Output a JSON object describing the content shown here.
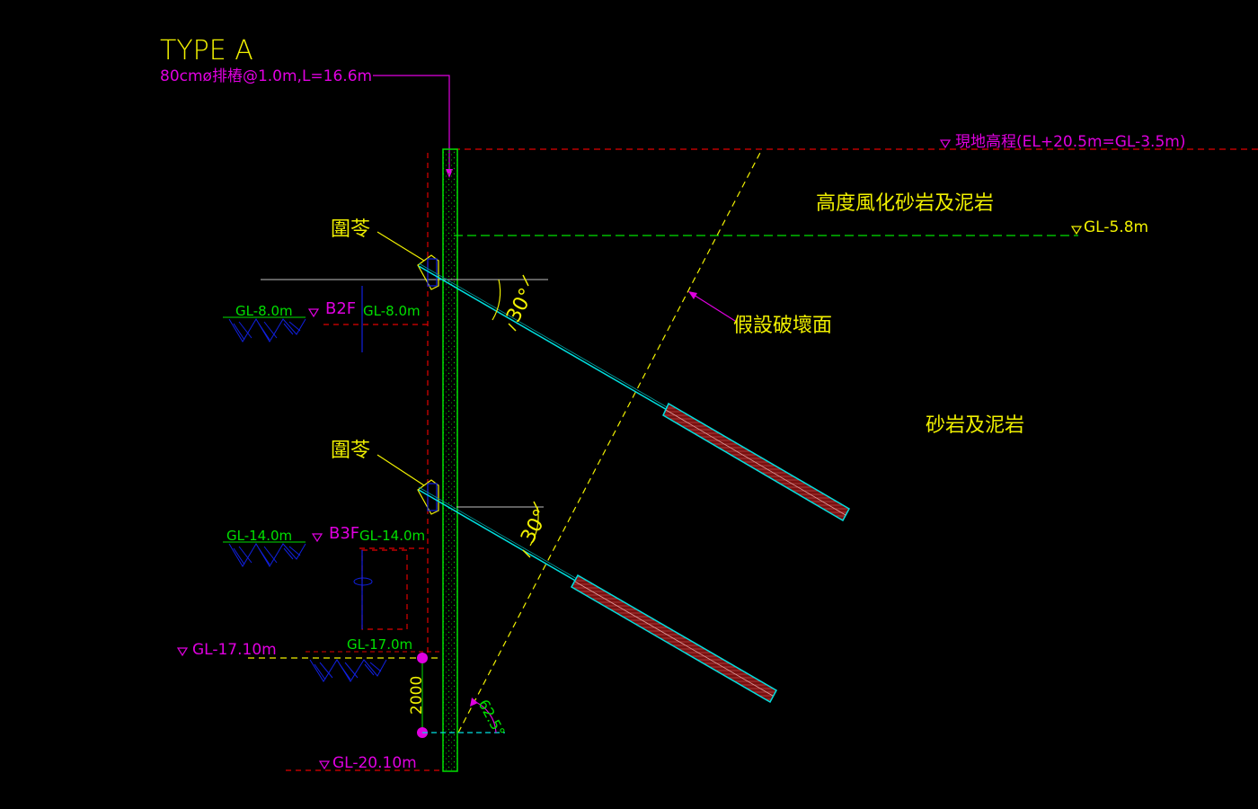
{
  "title": "TYPE A",
  "pile_spec": "80cmø排樁@1.0m,L=16.6m",
  "levels": {
    "ground": "現地高程(EL+20.5m=GL-3.5m)",
    "gl_5_8": "GL-5.8m",
    "gl_8_left": "GL-8.0m",
    "gl_8_right": "GL-8.0m",
    "gl_14_left": "GL-14.0m",
    "gl_14_right": "GL-14.0m",
    "gl_17_10": "GL-17.10m",
    "gl_17_0": "GL-17.0m",
    "gl_20_10": "GL-20.10m"
  },
  "floors": {
    "b2f": "B2F",
    "b3f": "B3F"
  },
  "soil": {
    "upper": "高度風化砂岩及泥岩",
    "lower": "砂岩及泥岩"
  },
  "failure_plane": "假設破壞面",
  "walers": {
    "upper": "圍苓",
    "lower": "圍苓"
  },
  "angles": {
    "anchor1": "30°",
    "anchor2": "30°",
    "failure": "62.5°"
  },
  "dimension_embed": "2000",
  "colors": {
    "yellow": "#f0f000",
    "magenta": "#e000e0",
    "green": "#00e000",
    "red": "#e00000",
    "cyan": "#00e0e0",
    "blue": "#1020e0"
  }
}
